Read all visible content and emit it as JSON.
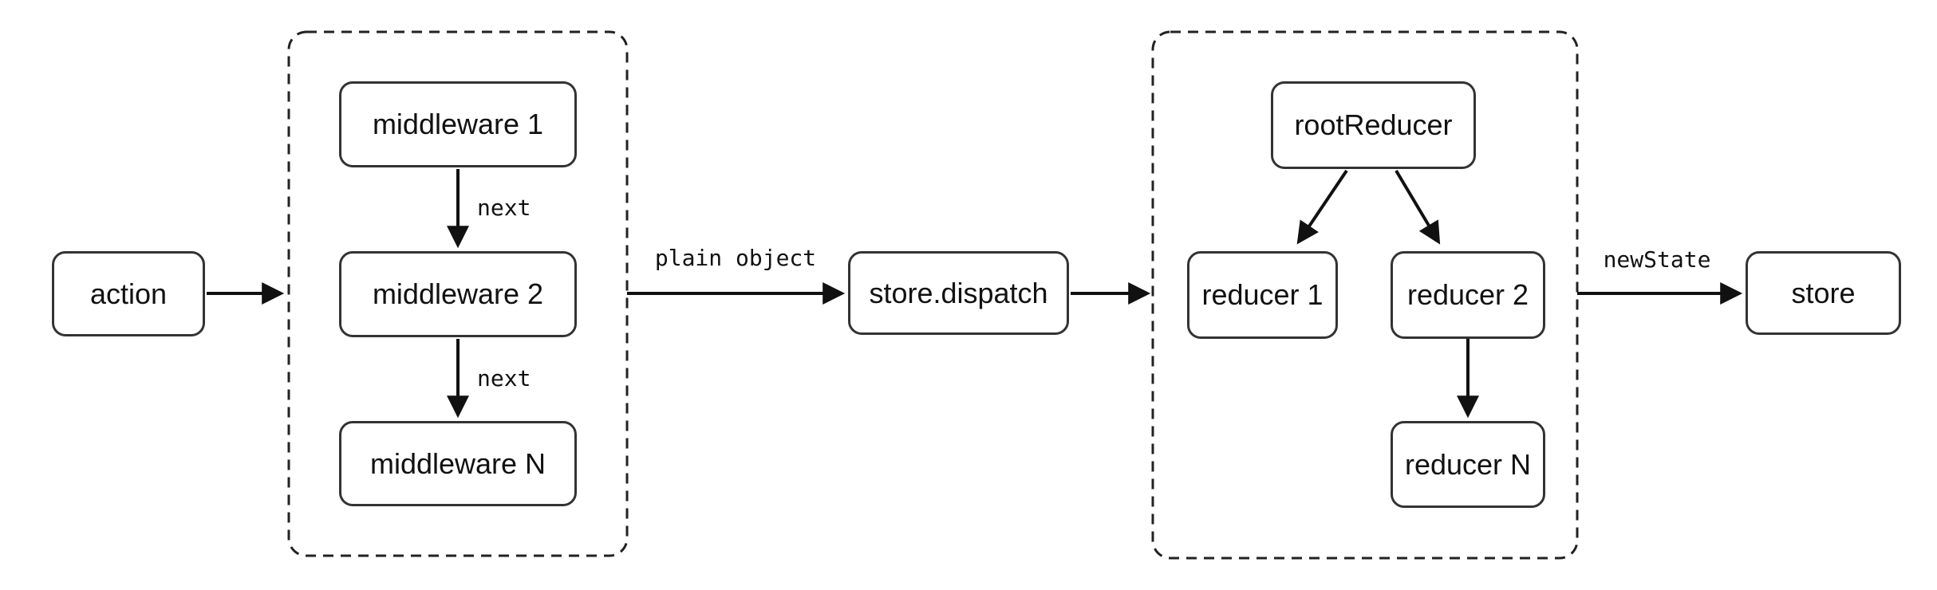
{
  "diagram": {
    "colors": {
      "background": "#ffffff",
      "box_border": "#333333",
      "group_border": "#222222",
      "arrow": "#111111",
      "text": "#111111"
    },
    "nodes": {
      "action": {
        "label": "action"
      },
      "middleware1": {
        "label": "middleware 1"
      },
      "middleware2": {
        "label": "middleware 2"
      },
      "middlewareN": {
        "label": "middleware N"
      },
      "storeDispatch": {
        "label": "store.dispatch"
      },
      "rootReducer": {
        "label": "rootReducer"
      },
      "reducer1": {
        "label": "reducer 1"
      },
      "reducer2": {
        "label": "reducer 2"
      },
      "reducerN": {
        "label": "reducer N"
      },
      "store": {
        "label": "store"
      }
    },
    "edge_labels": {
      "next_1": {
        "label": "next"
      },
      "next_2": {
        "label": "next"
      },
      "plain_object": {
        "label": "plain object"
      },
      "new_state": {
        "label": "newState"
      }
    }
  }
}
